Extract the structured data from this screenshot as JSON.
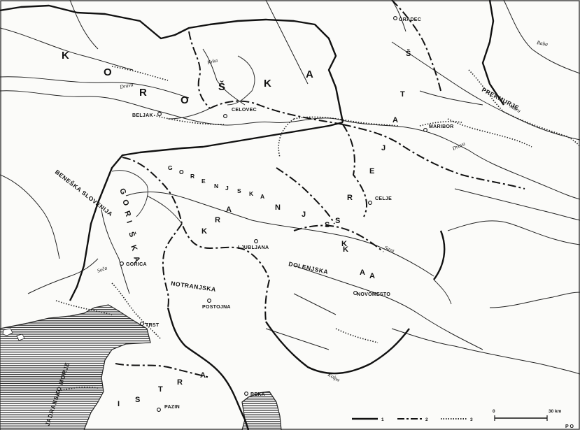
{
  "cities": [
    {
      "id": "gradec",
      "label": "GRADEC"
    },
    {
      "id": "beljak",
      "label": "BELJAK"
    },
    {
      "id": "celovec",
      "label": "CELOVEC"
    },
    {
      "id": "maribor",
      "label": "MARIBOR"
    },
    {
      "id": "celje",
      "label": "CELJE"
    },
    {
      "id": "ljubljana",
      "label": "LJUBLJANA"
    },
    {
      "id": "gorica",
      "label": "GORICA"
    },
    {
      "id": "postojna",
      "label": "POSTOJNA"
    },
    {
      "id": "novomesto",
      "label": "NOVOMESTO"
    },
    {
      "id": "trst",
      "label": "TRST"
    },
    {
      "id": "reka",
      "label": "REKA"
    },
    {
      "id": "pazin",
      "label": "PAZIN"
    }
  ],
  "rivers": [
    {
      "id": "raba",
      "label": "Raba"
    },
    {
      "id": "krka",
      "label": "Krka"
    },
    {
      "id": "drava_w",
      "label": "Drava"
    },
    {
      "id": "mura",
      "label": "Mura"
    },
    {
      "id": "drava_e",
      "label": "Drava"
    },
    {
      "id": "sava",
      "label": "Sava"
    },
    {
      "id": "soca",
      "label": "Soča"
    },
    {
      "id": "kolpa",
      "label": "Kolpa"
    }
  ],
  "regions": {
    "koroska": [
      "K",
      "O",
      "R",
      "O",
      "Š",
      "K",
      "A"
    ],
    "stajerska": [
      "Š",
      "T",
      "A",
      "J",
      "E",
      "R",
      "S",
      "K",
      "A"
    ],
    "gorenjska": [
      "G",
      "O",
      "R",
      "E",
      "N",
      "J",
      "S",
      "K",
      "A"
    ],
    "kranjska": [
      "K",
      "R",
      "A",
      "N",
      "J",
      "S",
      "K",
      "A"
    ],
    "goriska": [
      "G",
      "O",
      "R",
      "I",
      "Š",
      "K",
      "A"
    ],
    "istra": [
      "I",
      "S",
      "T",
      "R",
      "A"
    ],
    "prekmurje": "PREKMURJE",
    "notranjska": "NOTRANJSKA",
    "dolenjska": "DOLENJSKA",
    "beneska": "BENEŠKA SLOVENIJA",
    "sea": "JADRANSKO MORJE"
  },
  "legend": {
    "items": [
      "1",
      "2",
      "3"
    ],
    "scale_start": "0",
    "scale_end": "30 km",
    "corner": "P O"
  }
}
